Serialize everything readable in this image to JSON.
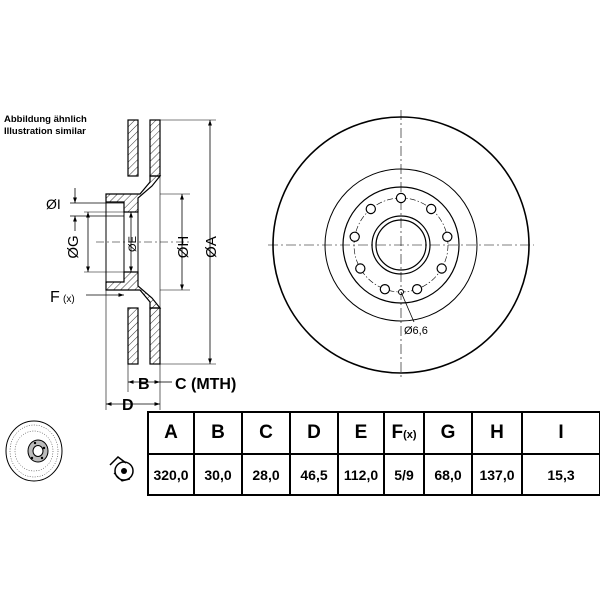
{
  "note": {
    "line1": "Abbildung ähnlich",
    "line2": "Illustration similar"
  },
  "side_view_labels": {
    "i": "ØI",
    "g": "ØG",
    "e": "ØE",
    "h": "ØH",
    "a": "ØA",
    "f": "F",
    "f_suffix": "(x)",
    "b": "B",
    "c": "C (MTH)",
    "d": "D"
  },
  "front_view_labels": {
    "bolt_hole": "Ø6,6"
  },
  "table": {
    "headers": [
      "A",
      "B",
      "C",
      "D",
      "E",
      "F",
      "G",
      "H",
      "I"
    ],
    "f_suffix": "(x)",
    "values": [
      "320,0",
      "30,0",
      "28,0",
      "46,5",
      "112,0",
      "5/9",
      "68,0",
      "137,0",
      "15,3"
    ]
  }
}
